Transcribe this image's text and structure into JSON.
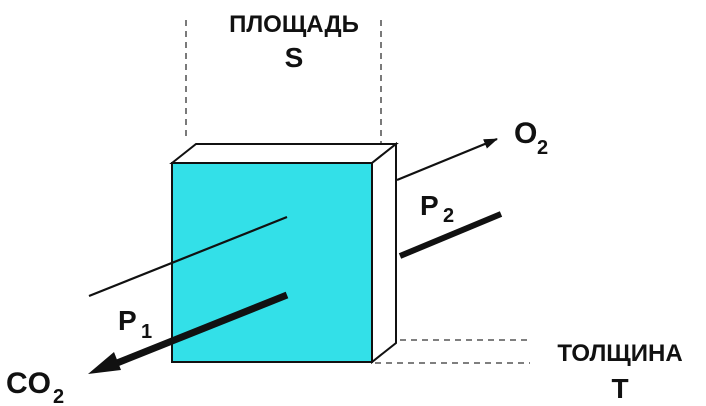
{
  "labels": {
    "area_word": "ПЛОЩАДЬ",
    "area_symbol": "S",
    "thickness_word": "ТОЛЩИНА",
    "thickness_symbol": "T",
    "oxygen": "O",
    "oxygen_sub": "2",
    "carbon_dioxide": "CO",
    "carbon_dioxide_sub": "2",
    "pressure1": "P",
    "pressure1_sub": "1",
    "pressure2": "P",
    "pressure2_sub": "2"
  },
  "colors": {
    "membrane_face": "#33E0E8",
    "outline": "#111111",
    "background": "#ffffff"
  }
}
